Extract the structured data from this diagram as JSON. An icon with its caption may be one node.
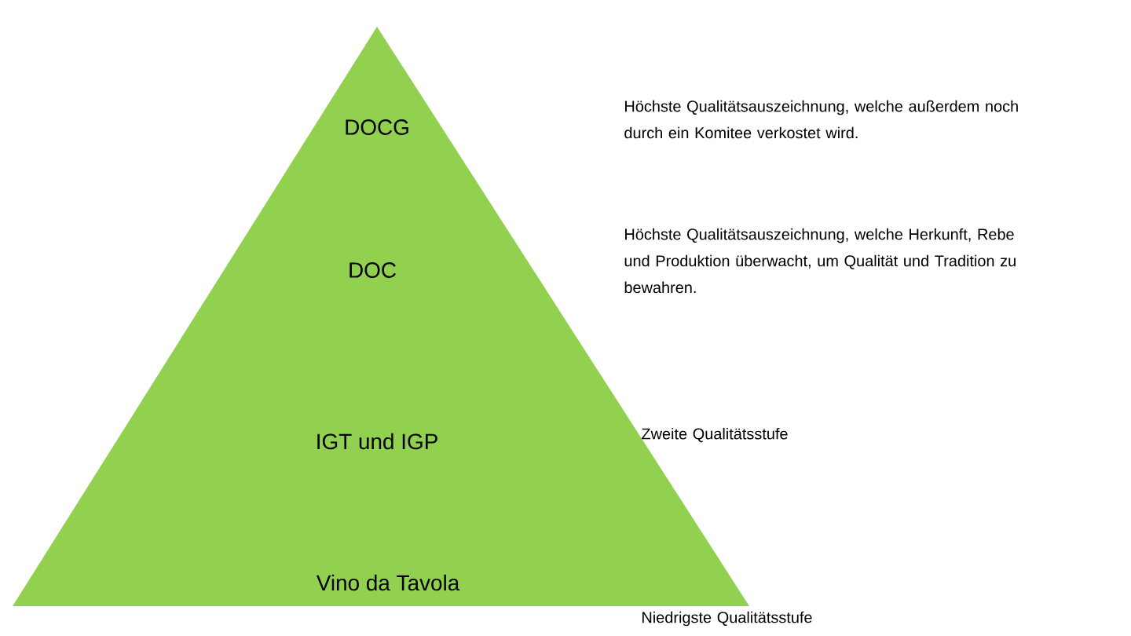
{
  "diagram": {
    "nodes": [
      {
        "text": [
          "DOCG",
          "DOC",
          "IGT und IGP",
          "Vino da Tavola"
        ],
        "beside": [
          "Höchste Qualitätsauszeichnung, welche außerdem noch durch ein Komitee verkostet wird.",
          "Höchste Qualitätsauszeichnung, welche Herkunft, Rebe und Produktion überwacht, um Qualität und Tradition zu bewahren.",
          "Zweite Qualitätsstufe",
          "Niedrigste Qualitätsstufe"
        ]
      }
    ]
  }
}
